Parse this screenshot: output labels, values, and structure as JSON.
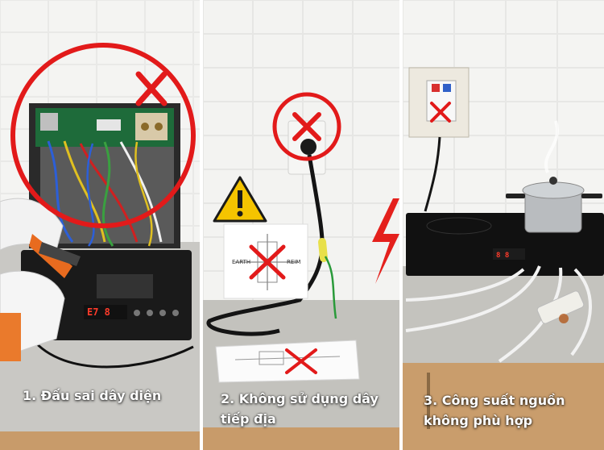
{
  "panels": [
    {
      "caption_lines": [
        "1. Đấu sai dây diện"
      ],
      "display": "E7 8"
    },
    {
      "caption_lines": [
        "2. Không sử dụng dây",
        "tiếp địa"
      ],
      "earth_label": "EARTH",
      "neutral_label": "REIM"
    },
    {
      "caption_lines": [
        "3. Công suất nguồn",
        "không phù hợp"
      ]
    }
  ],
  "colors": {
    "warning_red": "#e21a1a",
    "warning_yellow": "#f5c400",
    "caption": "#ffffff"
  },
  "icons": [
    "prohibited-circle-icon",
    "x-mark-icon",
    "warning-triangle-icon",
    "lightning-bolt-icon"
  ]
}
